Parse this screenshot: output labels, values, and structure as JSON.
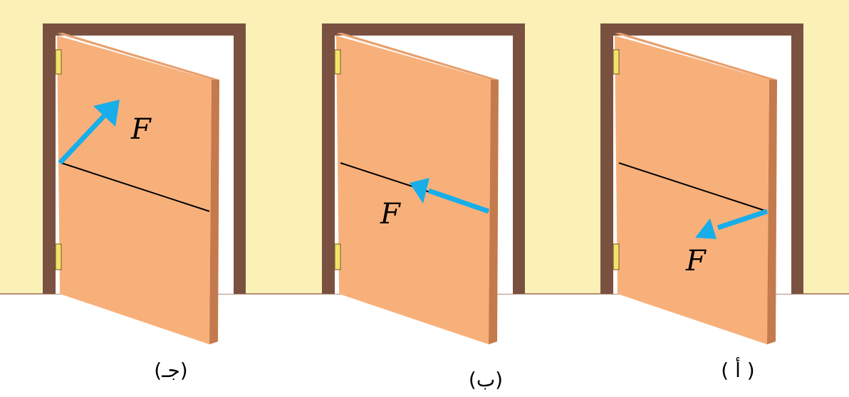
{
  "colors": {
    "wall": "#FBF1B7",
    "floor": "#FFFFFF",
    "frame": "#7A5140",
    "frame_light": "#9A6B55",
    "opening": "#FFFFFF",
    "door_face": "#F8B07A",
    "door_edge": "#C47A4D",
    "door_top": "#E7A06E",
    "hinge": "#F5E26B",
    "hinge_outline": "#6B5A2A",
    "arrow": "#17AEEA",
    "line": "#000000"
  },
  "force_symbol": "F",
  "panels": [
    {
      "id": "c",
      "caption": "(جـ)",
      "force_label": "F"
    },
    {
      "id": "b",
      "caption": "(ب)",
      "force_label": "F"
    },
    {
      "id": "a",
      "caption": "( أ )",
      "force_label": "F"
    }
  ]
}
